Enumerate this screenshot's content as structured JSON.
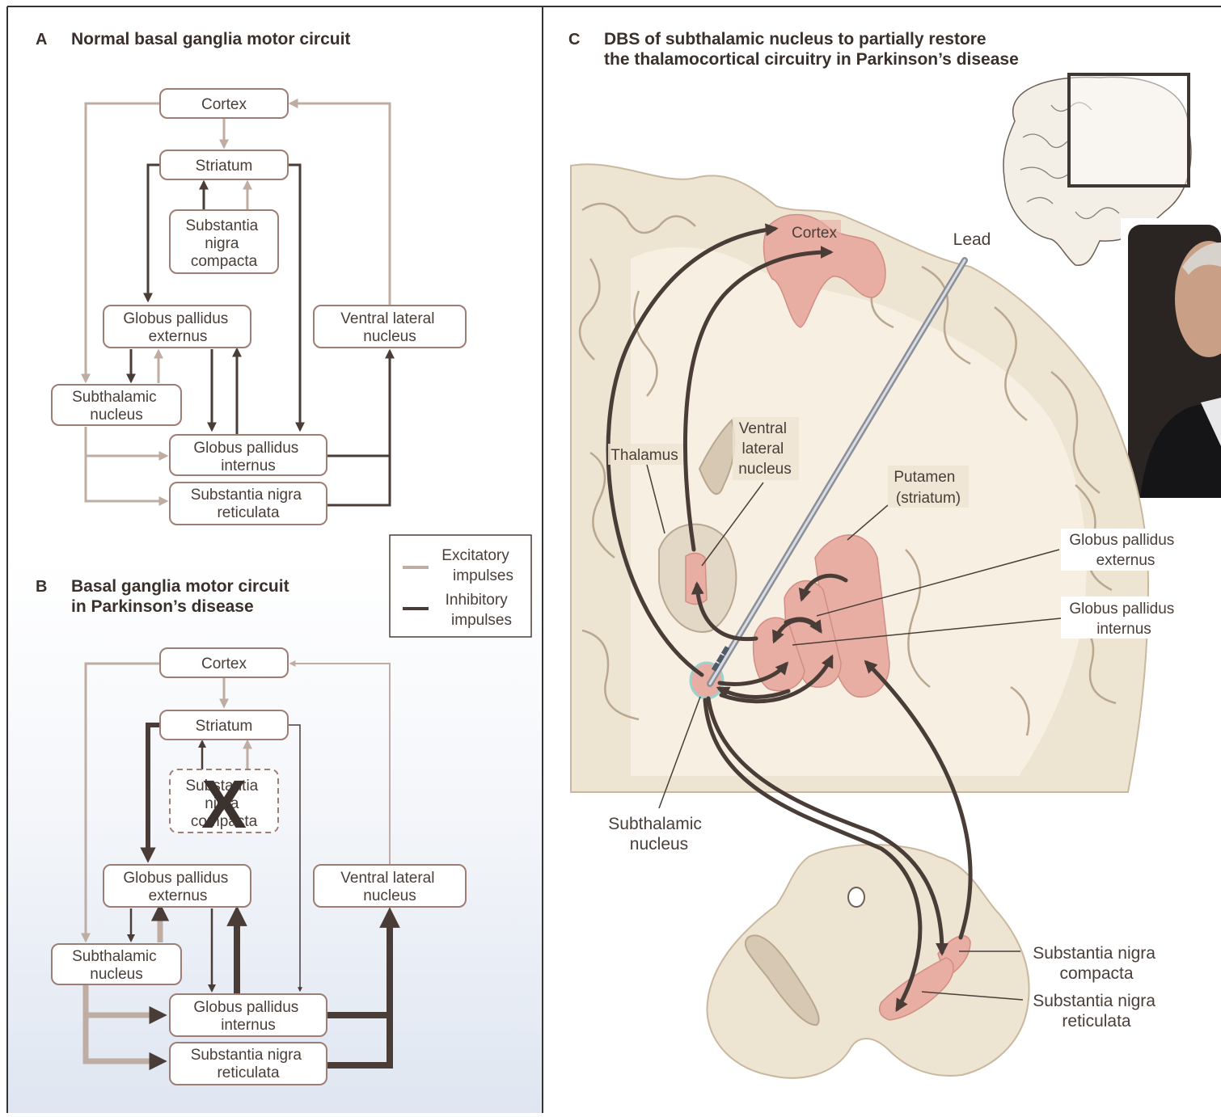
{
  "colors": {
    "excitatory": "#bfaca2",
    "inhibitory": "#4a3d37",
    "box_border": "#9e7d75",
    "brain_fill": "#ece1cf",
    "brain_dark": "#cdbca6",
    "nucleus_fill": "#e9aea3"
  },
  "legend": {
    "excitatory": [
      "Excitatory",
      "impulses"
    ],
    "inhibitory": [
      "Inhibitory",
      "impulses"
    ]
  },
  "panel_a": {
    "letter": "A",
    "title": "Normal basal ganglia motor circuit",
    "nodes": {
      "cortex": [
        "Cortex"
      ],
      "striatum": [
        "Striatum"
      ],
      "snc": [
        "Substantia",
        "nigra",
        "compacta"
      ],
      "gpe": [
        "Globus pallidus",
        "externus"
      ],
      "vl": [
        "Ventral lateral",
        "nucleus"
      ],
      "stn": [
        "Subthalamic",
        "nucleus"
      ],
      "gpi": [
        "Globus pallidus",
        "internus"
      ],
      "snr": [
        "Substantia nigra",
        "reticulata"
      ]
    }
  },
  "panel_b": {
    "letter": "B",
    "title": [
      "Basal ganglia motor circuit",
      "in Parkinson’s disease"
    ],
    "nodes": {
      "cortex": [
        "Cortex"
      ],
      "striatum": [
        "Striatum"
      ],
      "snc": [
        "Substantia",
        "nigra",
        "compacta"
      ],
      "gpe": [
        "Globus pallidus",
        "externus"
      ],
      "vl": [
        "Ventral lateral",
        "nucleus"
      ],
      "stn": [
        "Subthalamic",
        "nucleus"
      ],
      "gpi": [
        "Globus pallidus",
        "internus"
      ],
      "snr": [
        "Substantia nigra",
        "reticulata"
      ]
    },
    "lesion_mark": "X"
  },
  "panel_c": {
    "letter": "C",
    "title": [
      "DBS of subthalamic nucleus to partially restore",
      "the thalamocortical circuitry in Parkinson’s disease"
    ],
    "labels": {
      "cortex": [
        "Cortex"
      ],
      "lead": [
        "Lead"
      ],
      "thalamus": [
        "Thalamus"
      ],
      "vl": [
        "Ventral",
        "lateral",
        "nucleus"
      ],
      "putamen": [
        "Putamen",
        "(striatum)"
      ],
      "gpe": [
        "Globus pallidus",
        "externus"
      ],
      "gpi": [
        "Globus pallidus",
        "internus"
      ],
      "stn": [
        "Subthalamic",
        "nucleus"
      ],
      "snc": [
        "Substantia nigra",
        "compacta"
      ],
      "snr": [
        "Substantia nigra",
        "reticulata"
      ]
    }
  }
}
